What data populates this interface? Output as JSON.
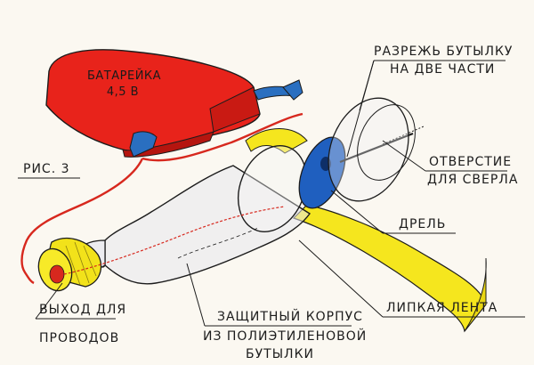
{
  "battery": {
    "line1": "БАТАРЕЙКА",
    "line2": "4,5 В"
  },
  "figure_label": "РИС. 3",
  "labels": {
    "cut_line1": "РАЗРЕЖЬ БУТЫЛКУ",
    "cut_line2": "НА ДВЕ ЧАСТИ",
    "hole_line1": "ОТВЕРСТИЕ",
    "hole_line2": "ДЛЯ СВЕРЛА",
    "drill": "ДРЕЛЬ",
    "tape": "ЛИПКАЯ ЛЕНТА",
    "wire_line1": "ВЫХОД ДЛЯ",
    "wire_line2": "ПРОВОДОВ",
    "body_line1": "ЗАЩИТНЫЙ КОРПУС",
    "body_line2": "ИЗ ПОЛИЭТИЛЕНОВОЙ",
    "body_line3": "БУТЫЛКИ"
  },
  "colors": {
    "battery": "#e8231b",
    "strap": "#2a6fc0",
    "cap": "#f2e21a",
    "tape": "#f5e61e",
    "motor": "#1f5fbf",
    "wire": "#d7281e",
    "ink": "#1c1c1c"
  }
}
